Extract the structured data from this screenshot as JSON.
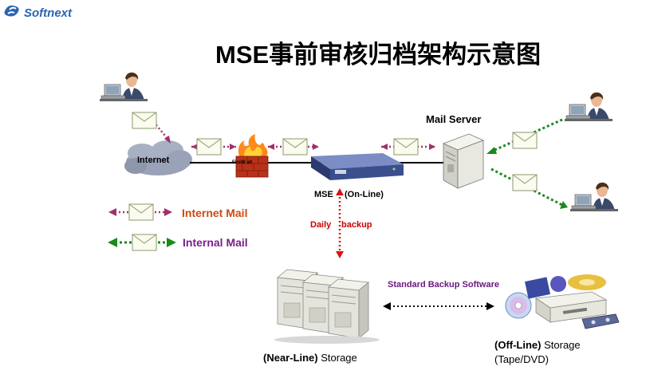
{
  "logo": {
    "text": "Softnext"
  },
  "title": "MSE事前审核归档架构示意图",
  "labels": {
    "internet": "Internet",
    "firewall": "FireW all",
    "mail_server": "Mail Server",
    "mse": "MSE",
    "online": "(On-Line)",
    "daily": "Daily",
    "backup": "backup",
    "standard_backup": "Standard Backup Software",
    "near_line_bold": "(Near-Line)",
    "near_line_rest": " Storage",
    "off_line_bold": "(Off-Line)",
    "off_line_rest": " Storage",
    "tape_dvd": "(Tape/DVD)"
  },
  "legend": {
    "internet_mail": "Internet Mail",
    "internal_mail": "Internal Mail"
  },
  "colors": {
    "internet_mail": "#a0306a",
    "internal_mail": "#1a8a1a",
    "daily_backup": "#e01010",
    "logo_blue": "#2a63b3",
    "cloud": "#9aa2b8",
    "mse_appliance": "#3b4f8f",
    "server_body": "#e8e8e0"
  },
  "icons": [
    "softnext-logo-icon",
    "user-computer-icon",
    "envelope-icon",
    "cloud-icon",
    "firewall-icon",
    "mse-appliance-icon",
    "mail-server-icon",
    "storage-server-icon",
    "cd-disc-icon",
    "tape-dvd-drive-icon"
  ]
}
